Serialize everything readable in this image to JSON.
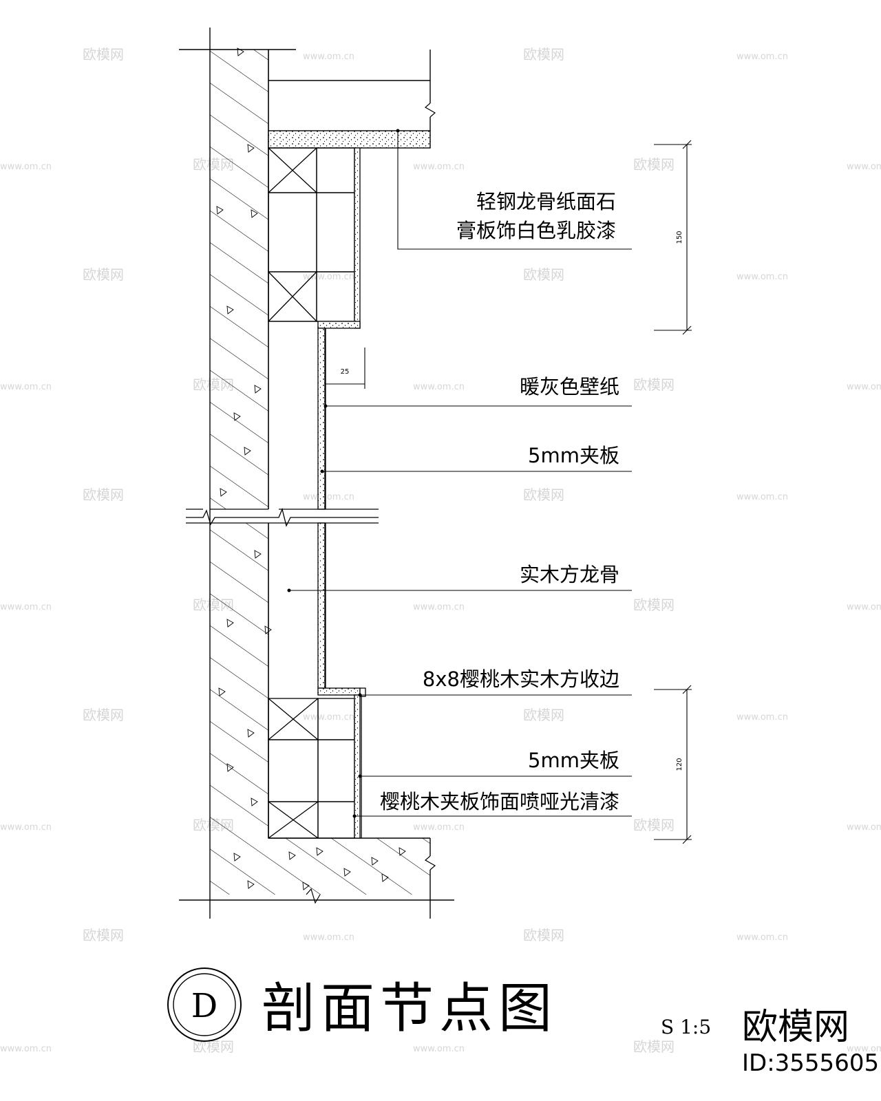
{
  "watermark": {
    "logo_text": "欧模网",
    "url_text": "www.om.cn"
  },
  "labels": {
    "ceiling": [
      "轻钢龙骨纸面石",
      "膏板饰白色乳胶漆"
    ],
    "wallpaper": "暖灰色壁纸",
    "plywood_upper": "5mm夹板",
    "keel": "实木方龙骨",
    "edge_trim": "8x8樱桃木实木方收边",
    "plywood_lower": "5mm夹板",
    "finish": "樱桃木夹板饰面喷哑光清漆"
  },
  "dimensions": {
    "upper": "150",
    "lower": "120",
    "offset": "25"
  },
  "title": {
    "marker": "D",
    "text": "剖面节点图",
    "scale": "S 1:5"
  },
  "brand": {
    "name": "欧模网",
    "id": "ID:3555605"
  }
}
